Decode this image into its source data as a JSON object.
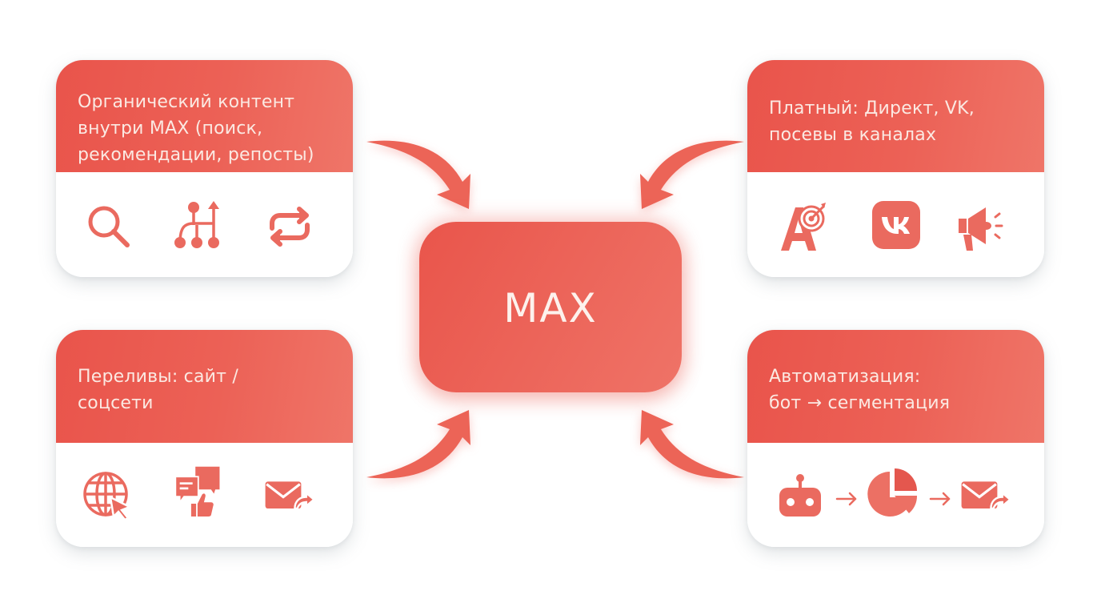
{
  "diagram": {
    "center": {
      "label": "MAX"
    },
    "colors": {
      "primary": "#eb5a50",
      "primary_light": "#ef7367",
      "header_text": "#fbe9e2",
      "icon": "#ea6a5f",
      "background": "#ffffff"
    },
    "cards": [
      {
        "position": "top-left",
        "title": "Органический контент\nвнутри MAX (поиск,\nрекомендации, репосты)",
        "icons": [
          "search-icon",
          "branching-network-icon",
          "repost-icon"
        ]
      },
      {
        "position": "top-right",
        "title": "Платный: Директ, VK,\nпосевы в каналах",
        "icons": [
          "direct-ads-target-icon",
          "vk-logo-icon",
          "megaphone-icon"
        ]
      },
      {
        "position": "bottom-left",
        "title": "Переливы: сайт /\nсоцсети",
        "icons": [
          "globe-cursor-icon",
          "chat-like-icon",
          "mail-forward-icon"
        ]
      },
      {
        "position": "bottom-right",
        "title": "Автоматизация:\nбот → сегментация",
        "icons": [
          "robot-icon",
          "flow-arrow-icon",
          "pie-chart-icon",
          "flow-arrow-icon",
          "mail-forward-icon"
        ]
      }
    ],
    "arrows": [
      {
        "from": "top-left",
        "to": "center"
      },
      {
        "from": "top-right",
        "to": "center"
      },
      {
        "from": "bottom-left",
        "to": "center"
      },
      {
        "from": "bottom-right",
        "to": "center"
      }
    ]
  }
}
